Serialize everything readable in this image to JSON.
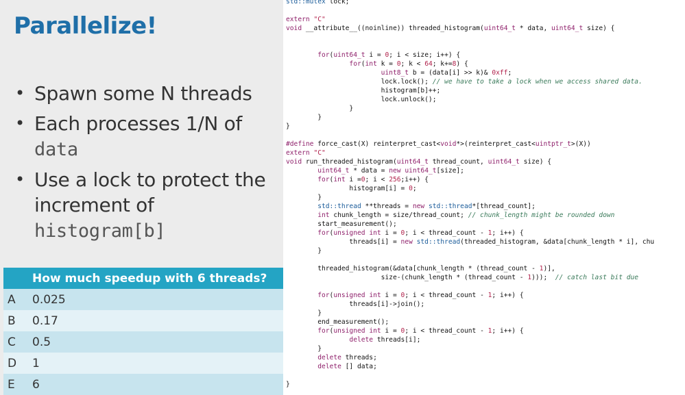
{
  "slide": {
    "title": "Parallelize!",
    "bullets": [
      {
        "text": "Spawn some N threads"
      },
      {
        "text": "Each processes 1/N of",
        "mono": "data"
      },
      {
        "text": "Use a lock to protect the increment of",
        "mono": "histogram[b]"
      }
    ]
  },
  "quiz": {
    "question": "How much speedup with 6 threads?",
    "options": [
      {
        "letter": "A",
        "value": "0.025"
      },
      {
        "letter": "B",
        "value": "0.17"
      },
      {
        "letter": "C",
        "value": "0.5"
      },
      {
        "letter": "D",
        "value": "1"
      },
      {
        "letter": "E",
        "value": "6"
      }
    ]
  },
  "code": {
    "lines": [
      "std::mutex lock;",
      "",
      "extern \"C\"",
      "void __attribute__((noinline)) threaded_histogram(uint64_t * data, uint64_t size) {",
      "",
      "",
      "        for(uint64_t i = 0; i < size; i++) {",
      "                for(int k = 0; k < 64; k+=8) {",
      "                        uint8_t b = (data[i] >> k)& 0xff;",
      "                        lock.lock(); // we have to take a lock when we access shared data.",
      "                        histogram[b]++;",
      "                        lock.unlock();",
      "                }",
      "        }",
      "}",
      "",
      "#define force_cast(X) reinterpret_cast<void*>(reinterpret_cast<uintptr_t>(X))",
      "extern \"C\"",
      "void run_threaded_histogram(uint64_t thread_count, uint64_t size) {",
      "        uint64_t * data = new uint64_t[size];",
      "        for(int i =0; i < 256;i++) {",
      "                histogram[i] = 0;",
      "        }",
      "        std::thread **threads = new std::thread*[thread_count];",
      "        int chunk_length = size/thread_count; // chunk_length might be rounded down",
      "        start_measurement();",
      "        for(unsigned int i = 0; i < thread_count - 1; i++) {",
      "                threads[i] = new std::thread(threaded_histogram, &data[chunk_length * i], chu",
      "        }",
      "",
      "        threaded_histogram(&data[chunk_length * (thread_count - 1)],",
      "                        size-(chunk_length * (thread_count - 1)));  // catch last bit due",
      "",
      "        for(unsigned int i = 0; i < thread_count - 1; i++) {",
      "                threads[i]->join();",
      "        }",
      "        end_measurement();",
      "        for(unsigned int i = 0; i < thread_count - 1; i++) {",
      "                delete threads[i];",
      "        }",
      "        delete threads;",
      "        delete [] data;",
      "",
      "}"
    ]
  }
}
